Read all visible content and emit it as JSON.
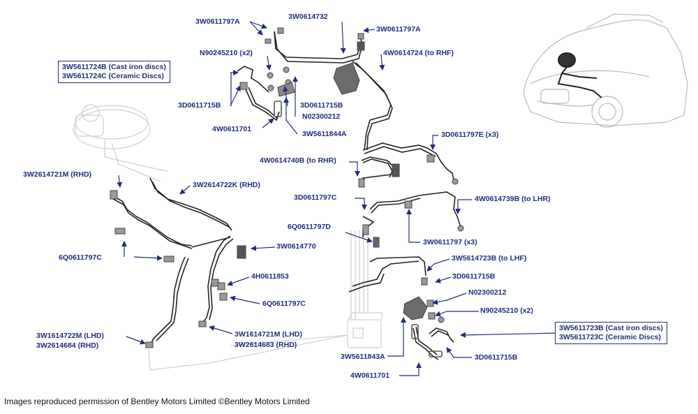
{
  "colors": {
    "label": "#1f2f7a",
    "pipe": "#222222",
    "ghost": "#cfcfcf",
    "fitting": "#9a9a9a"
  },
  "labels": {
    "l_3w0611797a_top": "3W0611797A",
    "l_3w0614732": "3W0614732",
    "l_3w0611797a_right": "3W0611797A",
    "l_n90245210_top": "N90245210 (x2)",
    "l_3w0614724": "4W0614724 (to RHF)",
    "l_3w5611724b": "3W5611724B (Cast iron discs)",
    "l_3w5611724c": "3W5611724C (Ceramic Discs)",
    "l_3d0611715b_left": "3D0611715B",
    "l_3d0611715b_mid": "3D0611715B",
    "l_n02300212_top": "N02300212",
    "l_4w0611701_top": "4W0611701",
    "l_3w5611844a": "3W5611844A",
    "l_3d0611797e": "3D0611797E (x3)",
    "l_4w0614740b": "4W0614740B (to RHR)",
    "l_3w2614721m": "3W2614721M (RHD)",
    "l_3w2614722k": "3W2614722K (RHD)",
    "l_3d0611797c": "3D0611797C",
    "l_4w0614739b": "4W0614739B (to LHR)",
    "l_6q0611797d": "6Q0611797D",
    "l_3w0611797_x3": "3W0611797 (x3)",
    "l_3w0614770": "3W0614770",
    "l_6q0611797c_left": "6Q0611797C",
    "l_3w5614723b": "3W5614723B (to LHF)",
    "l_4h0611853": "4H0611853",
    "l_3d0611715b_lower": "3D0611715B",
    "l_n02300212_lower": "N02300212",
    "l_6q0611797c_lower": "6Q0611797C",
    "l_n90245210_lower": "N90245210 (x2)",
    "l_3w5611723b": "3W5611723B (Cast iron discs)",
    "l_3w5611723c": "3W5611723C (Ceramic Discs)",
    "l_3w1614722m": "3W1614722M (LHD)",
    "l_3w2614684": "3W2614684 (RHD)",
    "l_3w1614721m": "3W1614721M (LHD)",
    "l_3w2614683": "3W2614683 (RHD)",
    "l_3w5611843a": "3W5611843A",
    "l_3d0611715b_bottom": "3D0611715B",
    "l_4w0611701_bottom": "4W0611701"
  },
  "footer": "Images reproduced permission of Bentley Motors Limited ©Bentley Motors Limited"
}
